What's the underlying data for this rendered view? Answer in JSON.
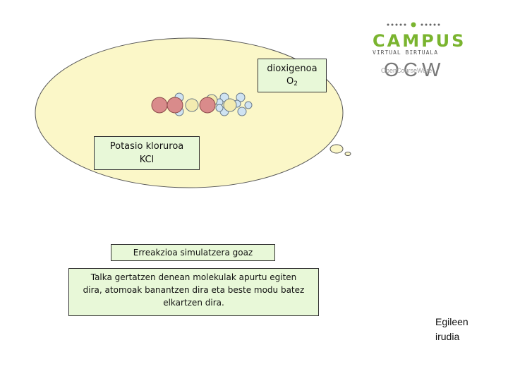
{
  "labels": {
    "o2_name": "dioxigenoa",
    "o2_formula_main": "O",
    "o2_formula_sub": "2",
    "kcl_name": "Potasio kloruroa",
    "kcl_formula": "KCl",
    "simulation": "Erreakzioa simulatzera goaz",
    "collision_line1": "Talka gertatzen denean molekulak apurtu egiten",
    "collision_line2": "dira, atomoak banantzen dira eta beste modu batez",
    "collision_line3": "elkartzen dira.",
    "credit_line1": "Egileen",
    "credit_line2": "irudia"
  },
  "logos": {
    "campus_word": "CAMPUS",
    "campus_sub": "VIRTUAL BIRTUALA",
    "ocw_word": "OCW",
    "ocw_sub": "OpenCourseWare"
  },
  "colors": {
    "bubble_fill": "#fbf7c8",
    "potassium": "#d98b8b",
    "chlorine": "#f3ebb0",
    "oxygen": "#cfe3f2",
    "box_fill": "#e8f8d8",
    "campus_green": "#7ab42f"
  },
  "atoms": [
    {
      "element": "potassium"
    },
    {
      "element": "potassium"
    },
    {
      "element": "chlorine"
    },
    {
      "element": "chlorine"
    },
    {
      "element": "potassium"
    },
    {
      "element": "chlorine"
    },
    {
      "element": "oxygen"
    },
    {
      "element": "oxygen"
    },
    {
      "element": "oxygen"
    },
    {
      "element": "oxygen"
    },
    {
      "element": "oxygen"
    },
    {
      "element": "oxygen"
    },
    {
      "element": "oxygen"
    },
    {
      "element": "oxygen"
    },
    {
      "element": "oxygen"
    },
    {
      "element": "oxygen"
    },
    {
      "element": "oxygen"
    },
    {
      "element": "oxygen"
    }
  ]
}
